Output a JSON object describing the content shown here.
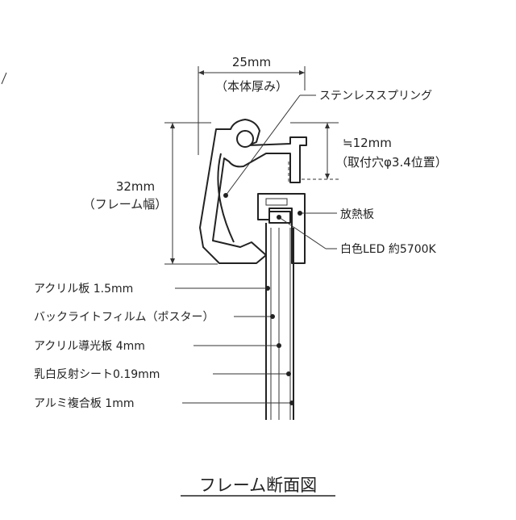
{
  "dimensions": {
    "thickness_value": "25mm",
    "thickness_label": "（本体厚み）",
    "width_value": "32mm",
    "width_label": "（フレーム幅）",
    "hole_value": "≒12mm",
    "hole_label": "（取付穴φ3.4位置）"
  },
  "callouts": {
    "spring": "ステンレススプリング",
    "heatsink": "放熱板",
    "led": "白色LED 約5700K"
  },
  "layers": [
    "アクリル板 1.5mm",
    "バックライトフィルム（ポスター）",
    "アクリル導光板 4mm",
    "乳白反射シート0.19mm",
    "アルミ複合板 1mm"
  ],
  "title": "フレーム断面図"
}
